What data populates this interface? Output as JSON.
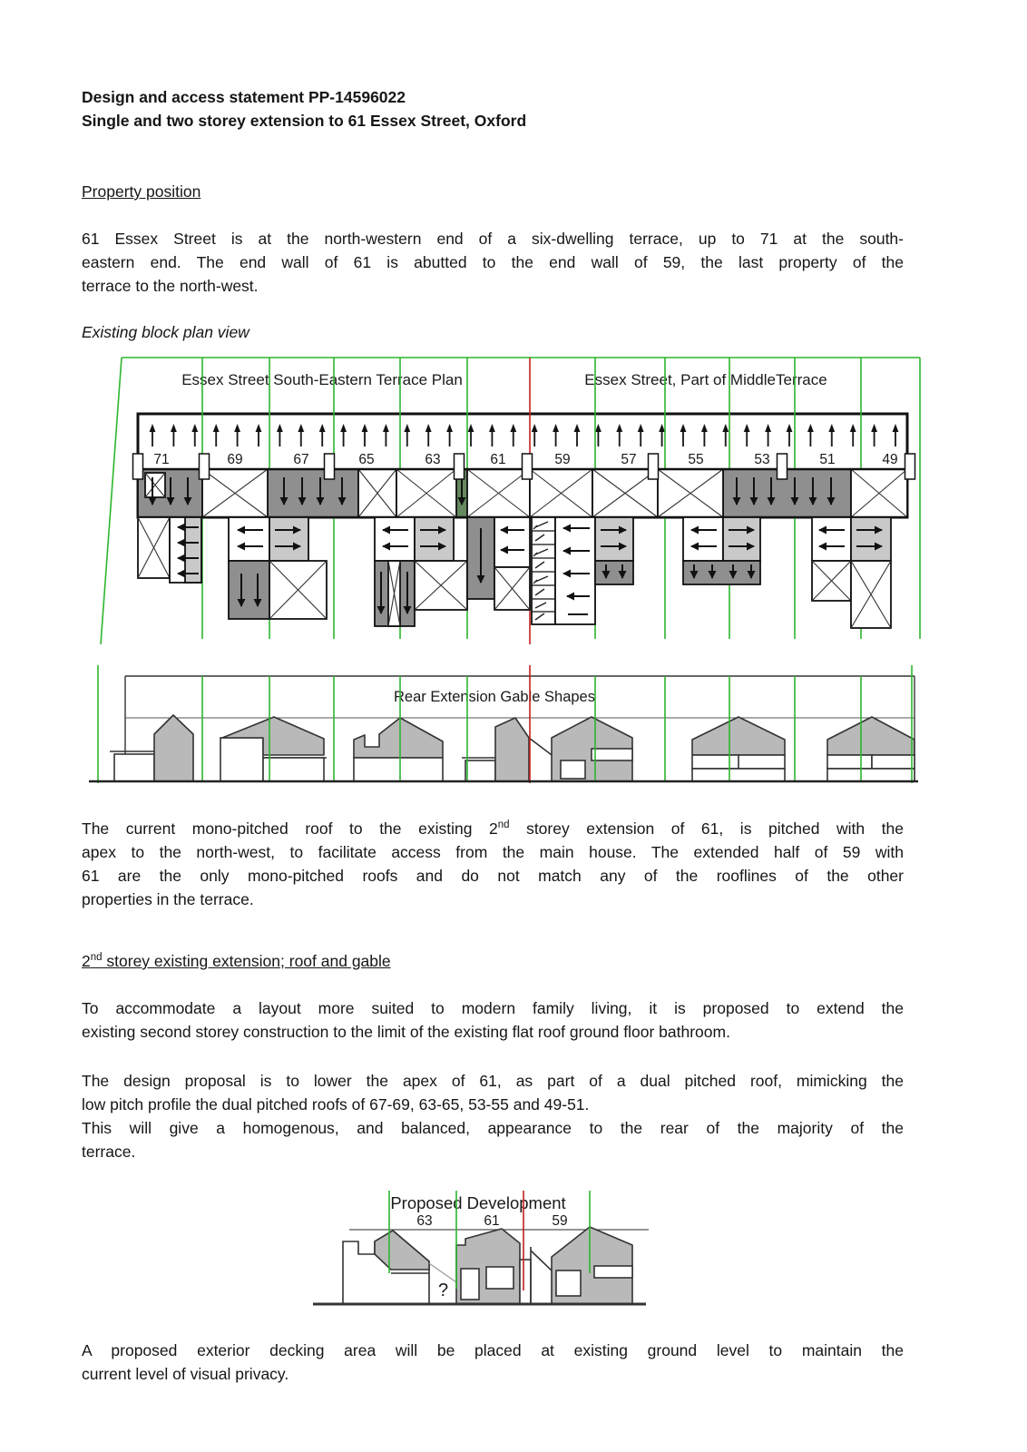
{
  "doc": {
    "title_line1": "Design and access statement PP-14596022",
    "title_line2": "Single and two storey extension to 61 Essex Street, Oxford",
    "heading1": "Property position",
    "para1": {
      "line1": "61 Essex Street is at the north-western end of a six-dwelling terrace, up to 71 at the south-",
      "line2": "eastern end.  The end wall of 61 is abutted to the end wall of 59, the last property of the",
      "line3": "terrace to the north-west."
    },
    "caption_block_plan": "Existing block plan view",
    "para2": {
      "line1_pre": "The current mono-pitched roof to the existing 2",
      "line1_sup": "nd",
      "line1_post": " storey extension of 61, is pitched with the",
      "line2": "apex to the north-west, to facilitate access from the main house. The extended half of 59 with",
      "line3": "61 are the only mono-pitched roofs and do not match any of the rooflines of the other",
      "line4": "properties in the terrace."
    },
    "heading2": {
      "pre": "2",
      "sup": "nd",
      "post": " storey existing extension; roof and gable"
    },
    "para3": {
      "line1": "To accommodate a layout more suited to modern family living, it is proposed to extend the",
      "line2": "existing second storey construction to the limit of the existing flat roof ground floor bathroom."
    },
    "para4": {
      "line1": "The design proposal is to lower the apex of 61, as part of a dual pitched roof, mimicking the",
      "line2": "low pitch profile the dual pitched roofs of 67-69, 63-65, 53-55 and 49-51.",
      "line3": "This will give a homogenous, and balanced, appearance to the rear of the majority of the",
      "line4": "terrace."
    },
    "para5": {
      "line1": "A proposed exterior decking area will be placed at existing ground level to maintain the",
      "line2": "current level of visual privacy."
    }
  },
  "plan": {
    "title_left": "Essex Street South-Eastern Terrace Plan",
    "title_right": "Essex Street, Part of MiddleTerrace",
    "units": [
      "71",
      "69",
      "67",
      "65",
      "63",
      "61",
      "59",
      "57",
      "55",
      "53",
      "51",
      "49"
    ]
  },
  "gable": {
    "title": "Rear Extension Gable Shapes"
  },
  "proposed": {
    "title": "Proposed Development",
    "units": [
      "63",
      "61",
      "59"
    ],
    "question_mark": "?"
  },
  "colors": {
    "plot_boundary_green": "#2db52d",
    "boundary_61_59_red": "#c21f1f",
    "plan_dark_gray": "#8f8f8f",
    "plan_light_gray": "#c9c9c9",
    "roof_gray": "#b9b9b9"
  }
}
